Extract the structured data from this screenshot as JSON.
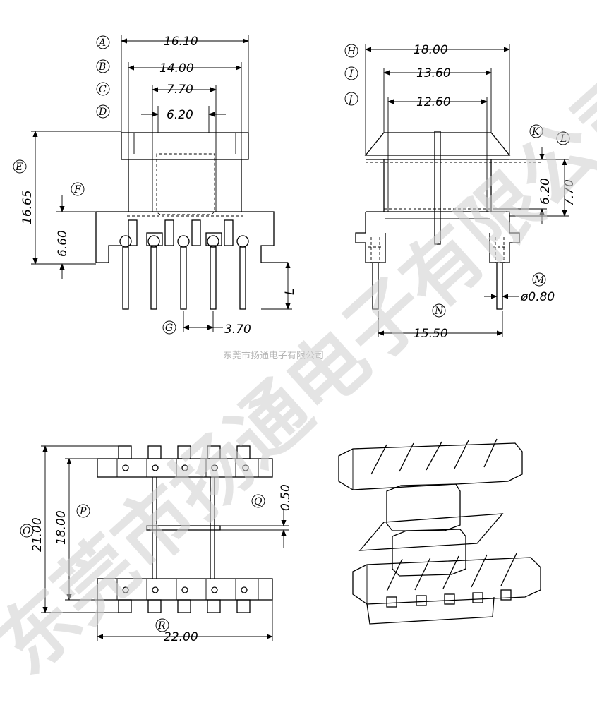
{
  "watermark": "东莞市扬通电子有限公司",
  "caption": "东莞市扬通电子有限公司",
  "labels": [
    "A",
    "B",
    "C",
    "D",
    "E",
    "F",
    "G",
    "H",
    "I",
    "J",
    "K",
    "L",
    "M",
    "N",
    "O",
    "P",
    "Q",
    "R"
  ],
  "dims": {
    "a": "16.10",
    "b": "14.00",
    "c": "7.70",
    "d": "6.20",
    "e": "16.65",
    "f": "6.60",
    "g": "3.70",
    "l": "L",
    "h": "18.00",
    "i": "13.60",
    "j": "12.60",
    "k": "6.20",
    "kl": "7.70",
    "m": "ø0.80",
    "n": "15.50",
    "o": "21.00",
    "p": "18.00",
    "q": "0.50",
    "r": "22.00"
  }
}
